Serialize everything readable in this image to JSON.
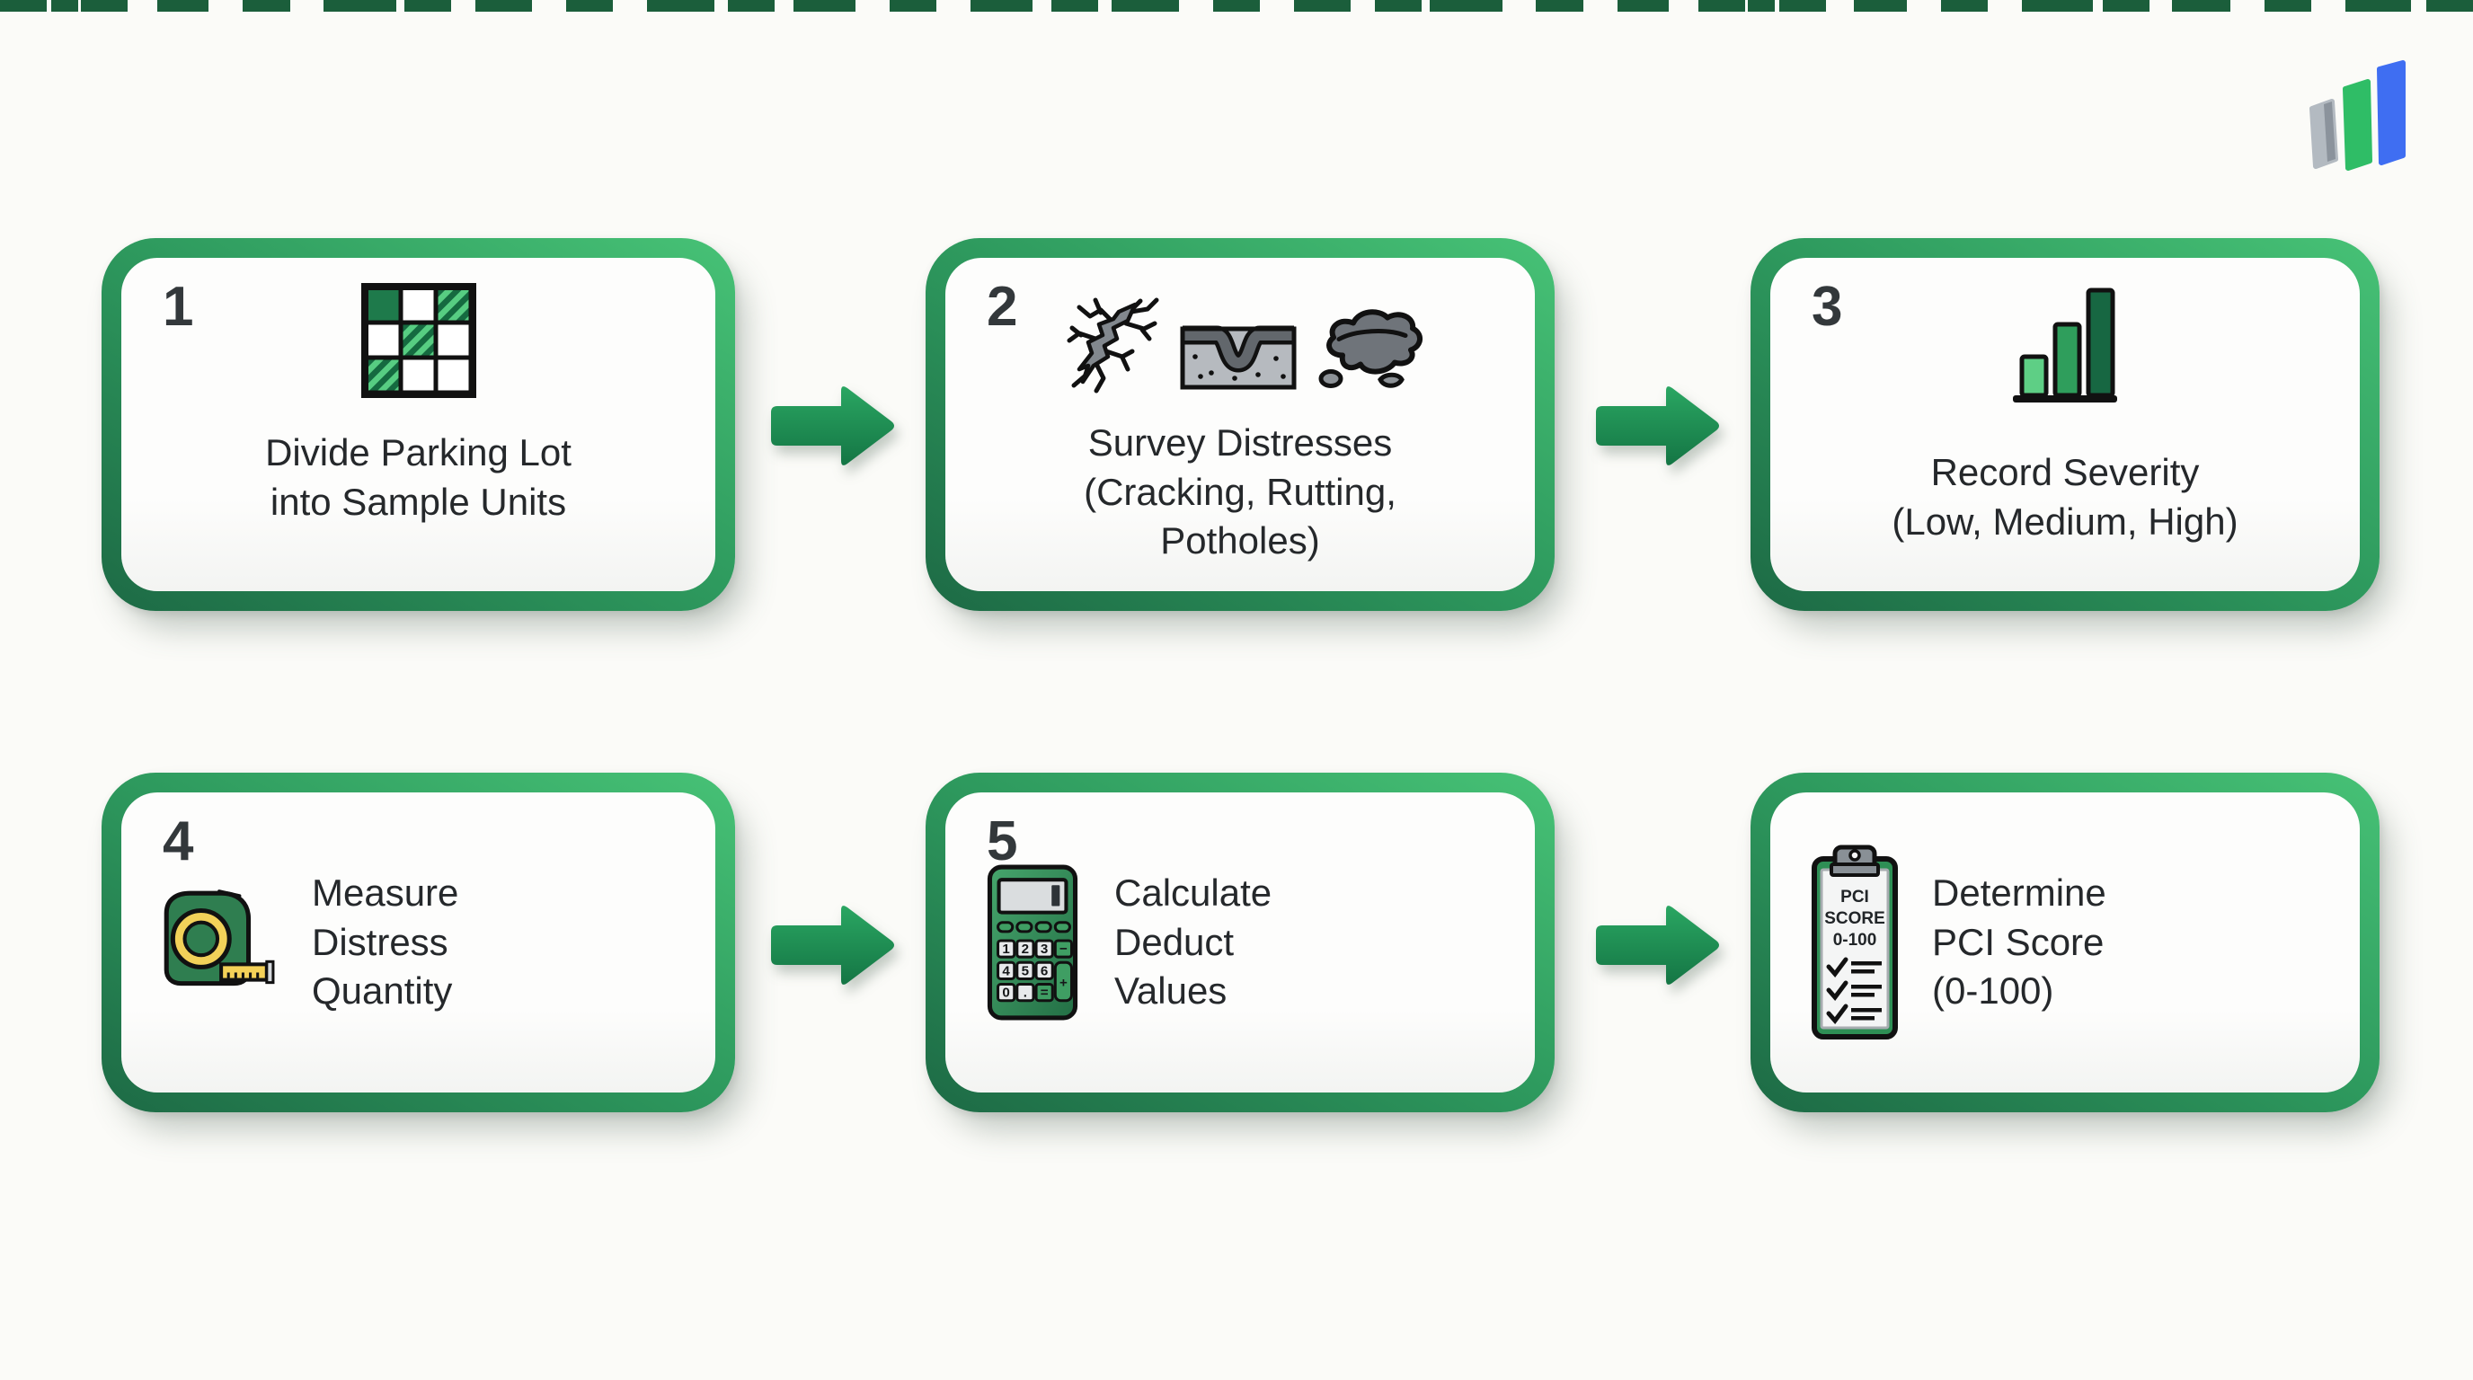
{
  "page": {
    "background": "#fbfbf8",
    "border_gradient_dark": "#1d6a45",
    "border_gradient_light": "#47c276",
    "arrow_green": "#1f9055",
    "text_color": "#25282b",
    "top_dash_color": "#1b5e3b"
  },
  "logo": {
    "bar_colors": {
      "gray": "#b3bac1",
      "green": "#2fbd66",
      "blue": "#3f6ef2"
    }
  },
  "steps": [
    {
      "number": "1",
      "icon": "sample-unit-grid-icon",
      "lines": [
        "Divide Parking Lot",
        "into Sample Units"
      ]
    },
    {
      "number": "2",
      "icons": [
        "crack-icon",
        "rut-icon",
        "pothole-icon"
      ],
      "lines": [
        "Survey Distresses",
        "(Cracking, Rutting,",
        "Potholes)"
      ]
    },
    {
      "number": "3",
      "icon": "severity-bars-icon",
      "lines": [
        "Record Severity",
        "(Low, Medium, High)"
      ]
    },
    {
      "number": "4",
      "icon": "tape-measure-icon",
      "lines": [
        "Measure",
        "Distress",
        "Quantity"
      ]
    },
    {
      "number": "5",
      "icon": "calculator-icon",
      "lines": [
        "Calculate",
        "Deduct",
        "Values"
      ]
    },
    {
      "number": "",
      "icon": "pci-clipboard-icon",
      "lines": [
        "Determine",
        "PCI Score",
        "(0-100)"
      ]
    }
  ],
  "calculator": {
    "keys": [
      "1",
      "2",
      "3",
      "4",
      "5",
      "6",
      "0",
      ".",
      "="
    ],
    "minus": "−",
    "plus": "+"
  },
  "clipboard": {
    "title_lines": [
      "PCI",
      "SCORE",
      "0-100"
    ]
  },
  "severity_bar_colors": [
    "#5ecf85",
    "#2f9e5c",
    "#176742"
  ]
}
